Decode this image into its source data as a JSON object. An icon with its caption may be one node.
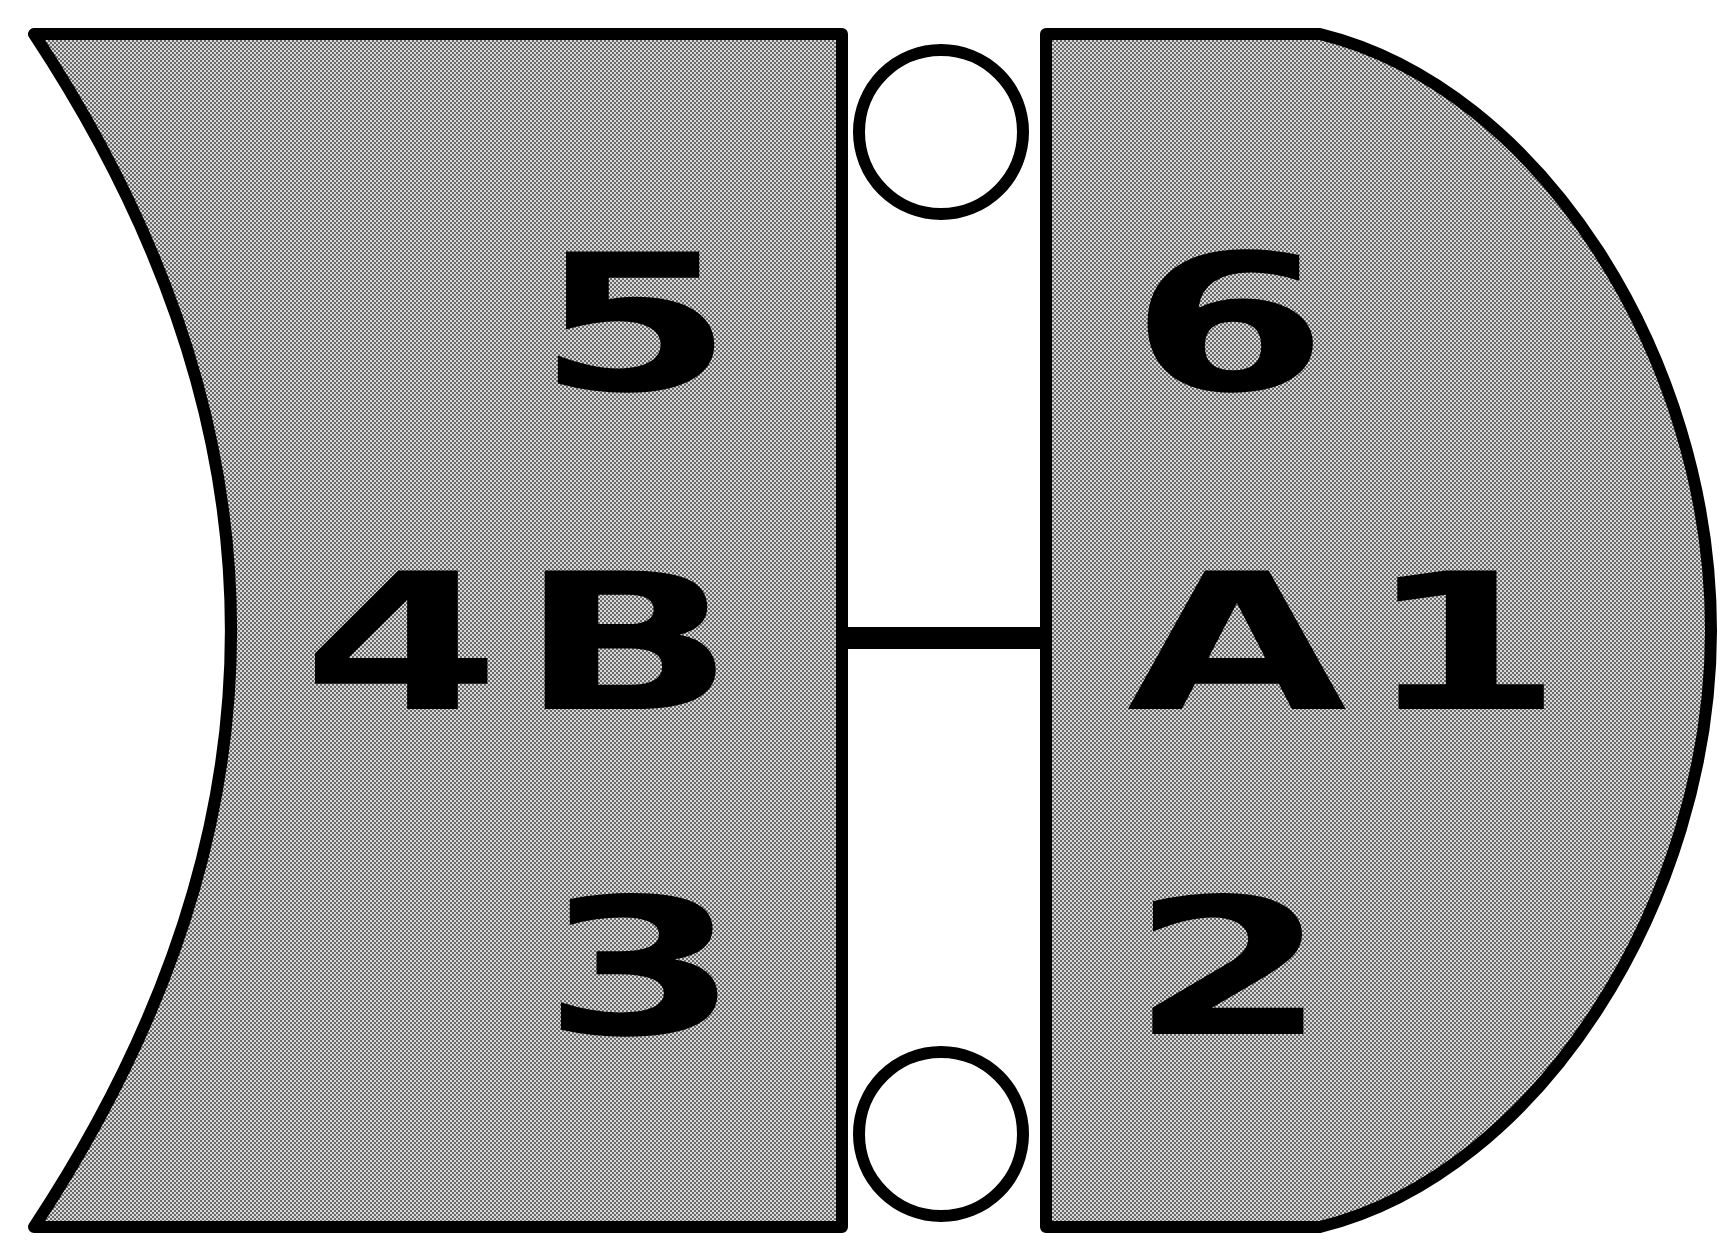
{
  "diagram": {
    "nodes": [
      {
        "text": [
          "5",
          "4B",
          "3"
        ]
      },
      {
        "text": [
          "6",
          "A1",
          "2"
        ]
      },
      {
        "text": [],
        "shape": "circle"
      },
      {
        "text": [],
        "shape": "circle"
      }
    ],
    "edges": [
      {
        "from": 0,
        "to": 1,
        "arrow": "none"
      }
    ]
  }
}
